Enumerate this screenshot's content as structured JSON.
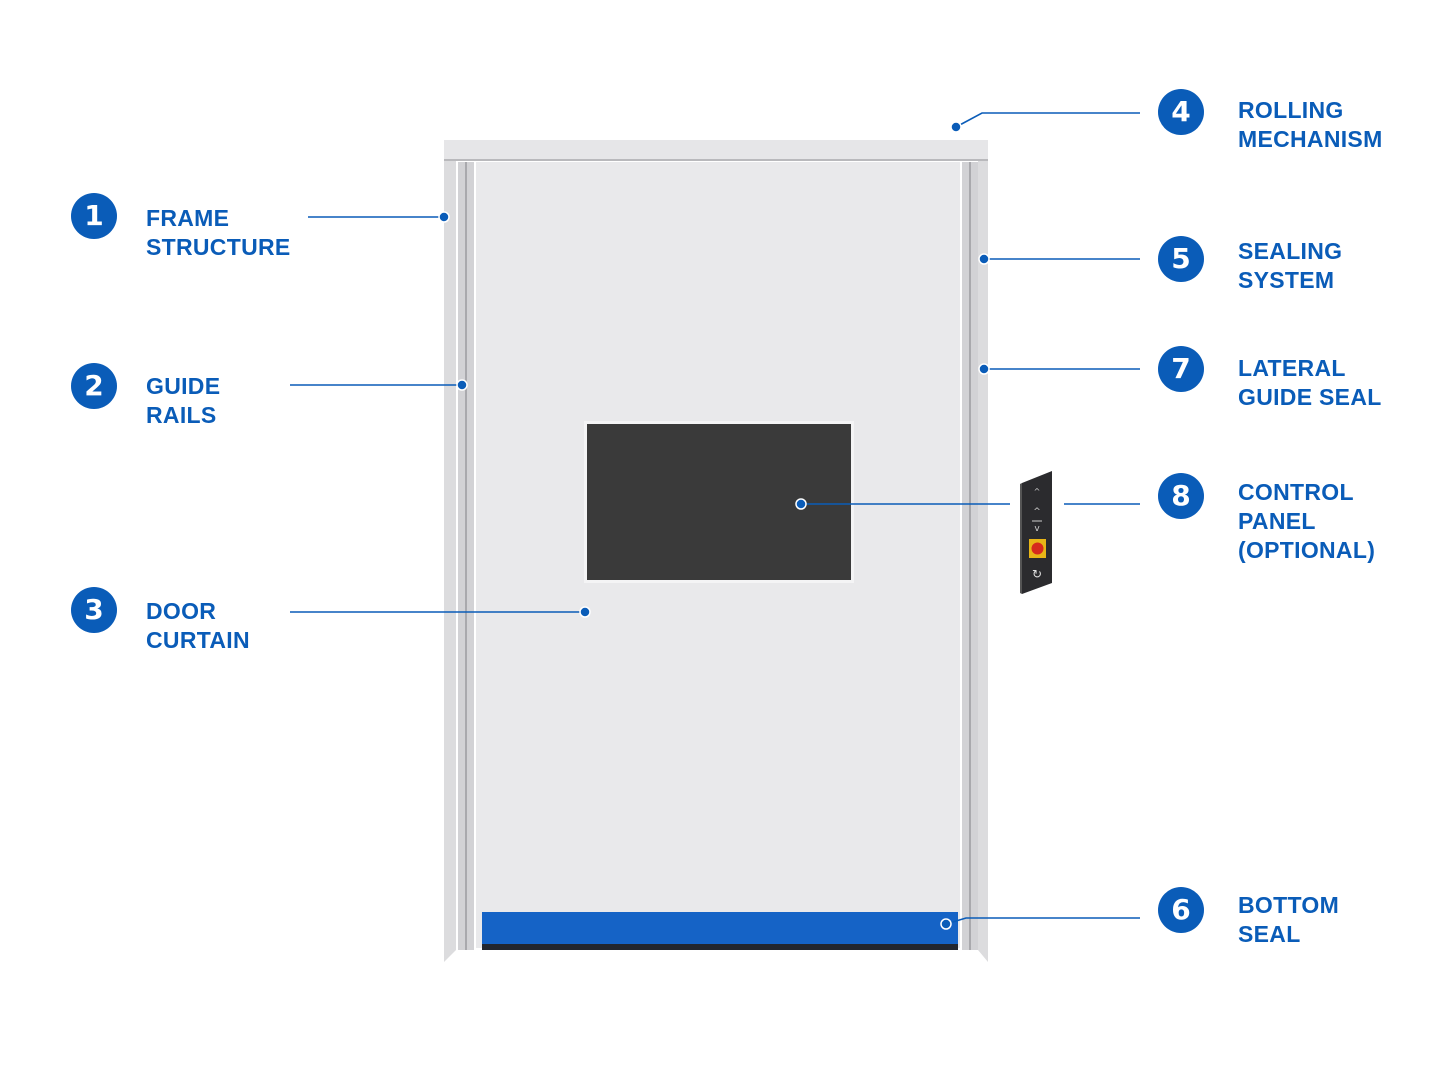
{
  "colors": {
    "accent": "#0a5cb8",
    "curtain": "#e9e9eb",
    "frame": "#dcdcde",
    "window": "#3a3a3a",
    "bottom_seal": "#1563c6"
  },
  "callouts": [
    {
      "number": "1",
      "lines": [
        "FRAME",
        "STRUCTURE"
      ]
    },
    {
      "number": "2",
      "lines": [
        "GUIDE",
        "RAILS"
      ]
    },
    {
      "number": "3",
      "lines": [
        "DOOR",
        "CURTAIN"
      ]
    },
    {
      "number": "4",
      "lines": [
        "ROLLING",
        "MECHANISM"
      ]
    },
    {
      "number": "5",
      "lines": [
        "SEALING",
        "SYSTEM"
      ]
    },
    {
      "number": "7",
      "lines": [
        "LATERAL",
        "GUIDE SEAL"
      ]
    },
    {
      "number": "8",
      "lines": [
        "CONTROL",
        "PANEL",
        "(OPTIONAL)"
      ]
    },
    {
      "number": "6",
      "lines": [
        "BOTTOM",
        "SEAL"
      ]
    }
  ]
}
